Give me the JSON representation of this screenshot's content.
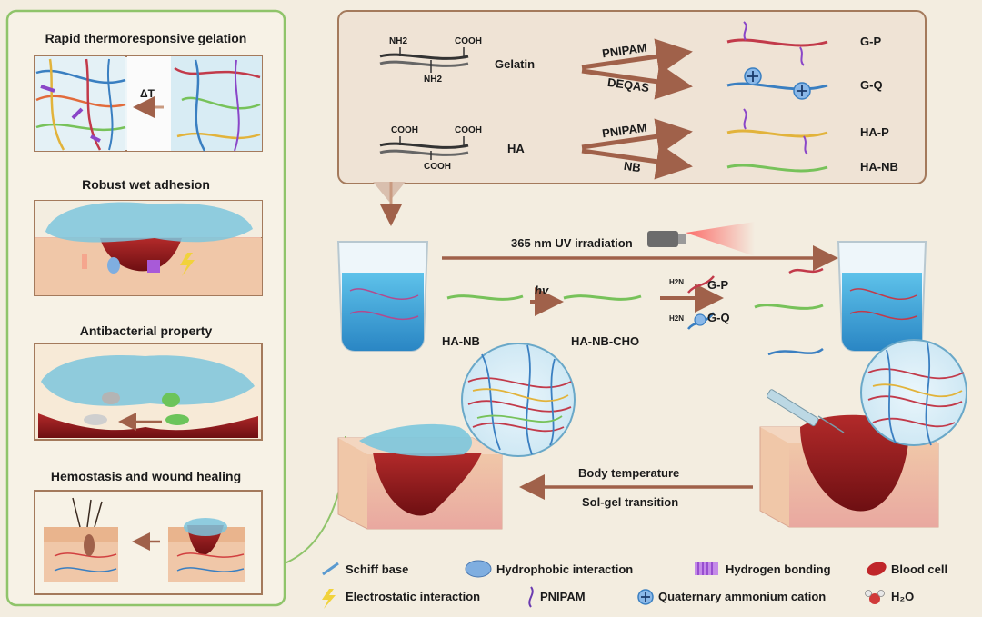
{
  "left_panel": {
    "headings": [
      "Rapid thermoresponsive gelation",
      "Robust wet adhesion",
      "Antibacterial property",
      "Hemostasis and wound healing"
    ],
    "delta_t": "ΔT"
  },
  "top_panel": {
    "gelatin": {
      "label": "Gelatin",
      "nh2_a": "NH2",
      "cooh": "COOH",
      "nh2_b": "NH2"
    },
    "ha": {
      "label": "HA",
      "cooh_a": "COOH",
      "cooh_b": "COOH",
      "cooh_c": "COOH"
    },
    "arrows": [
      "PNIPAM",
      "DEQAS",
      "PNIPAM",
      "NB"
    ],
    "products": [
      "G-P",
      "G-Q",
      "HA-P",
      "HA-NB"
    ]
  },
  "middle": {
    "uv_label": "365 nm UV irradiation",
    "hv": "hv",
    "ha_nb": "HA-NB",
    "ha_nb_cho": "HA-NB-CHO",
    "gp": "G-P",
    "gq": "G-Q",
    "nh2": "H2N"
  },
  "bottom": {
    "body_temp": "Body temperature",
    "sol_gel": "Sol-gel transition"
  },
  "legend": [
    {
      "icon": "schiff-base-icon",
      "label": "Schiff base"
    },
    {
      "icon": "hydrophobic-icon",
      "label": "Hydrophobic interaction"
    },
    {
      "icon": "hydrogen-bond-icon",
      "label": "Hydrogen bonding"
    },
    {
      "icon": "blood-cell-icon",
      "label": "Blood cell"
    },
    {
      "icon": "lightning-icon",
      "label": "Electrostatic interaction"
    },
    {
      "icon": "pnipam-icon",
      "label": "PNIPAM"
    },
    {
      "icon": "quaternary-ammonium-icon",
      "label": "Quaternary ammonium cation"
    },
    {
      "icon": "water-molecule-icon",
      "label": "H₂O"
    }
  ],
  "colors": {
    "background": "#f3ede0",
    "left_border": "#8fc46a",
    "panel_border": "#a47a5c",
    "arrow": "#a0614a",
    "gel_blue": "#4aa9d6",
    "blood": "#8f1a1a"
  }
}
